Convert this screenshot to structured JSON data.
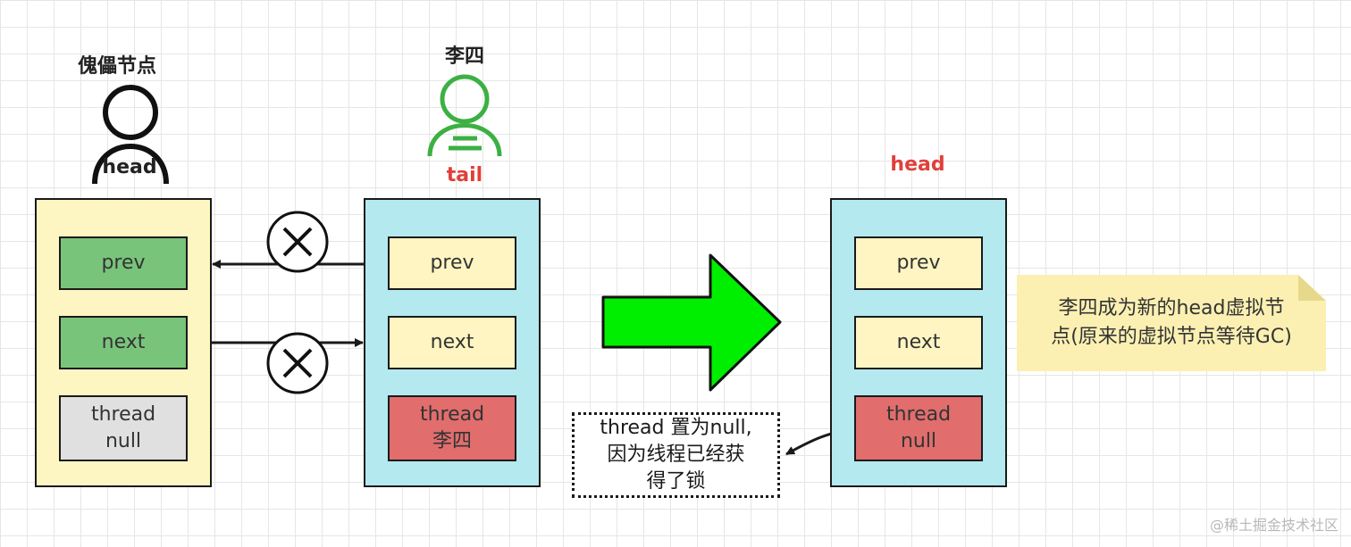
{
  "left_node": {
    "top_label": "傀儡节点",
    "head_label": "head",
    "prev": "prev",
    "next": "next",
    "thread_line1": "thread",
    "thread_line2": "null"
  },
  "middle_node": {
    "top_label": "李四",
    "tail_label": "tail",
    "prev": "prev",
    "next": "next",
    "thread_line1": "thread",
    "thread_line2": "李四"
  },
  "right_node": {
    "head_label": "head",
    "prev": "prev",
    "next": "next",
    "thread_line1": "thread",
    "thread_line2": "null"
  },
  "callout": {
    "line1": "thread 置为null,",
    "line2": "因为线程已经获",
    "line3": "得了锁"
  },
  "sticky_note": {
    "line1": "李四成为新的head虚拟节",
    "line2": "点(原来的虚拟节点等待GC)"
  },
  "watermark": "@稀土掘金技术社区",
  "colors": {
    "node_left_bg": "#fdf6c3",
    "node_mid_bg": "#b3e9ef",
    "field_green": "#79c47b",
    "field_yellow": "#fff5c2",
    "field_gray": "#e0e0e0",
    "field_red": "#e16d6d",
    "arrow_green": "#00ee00",
    "tail_head_red": "#e0403a",
    "person_green": "#3cb043"
  }
}
